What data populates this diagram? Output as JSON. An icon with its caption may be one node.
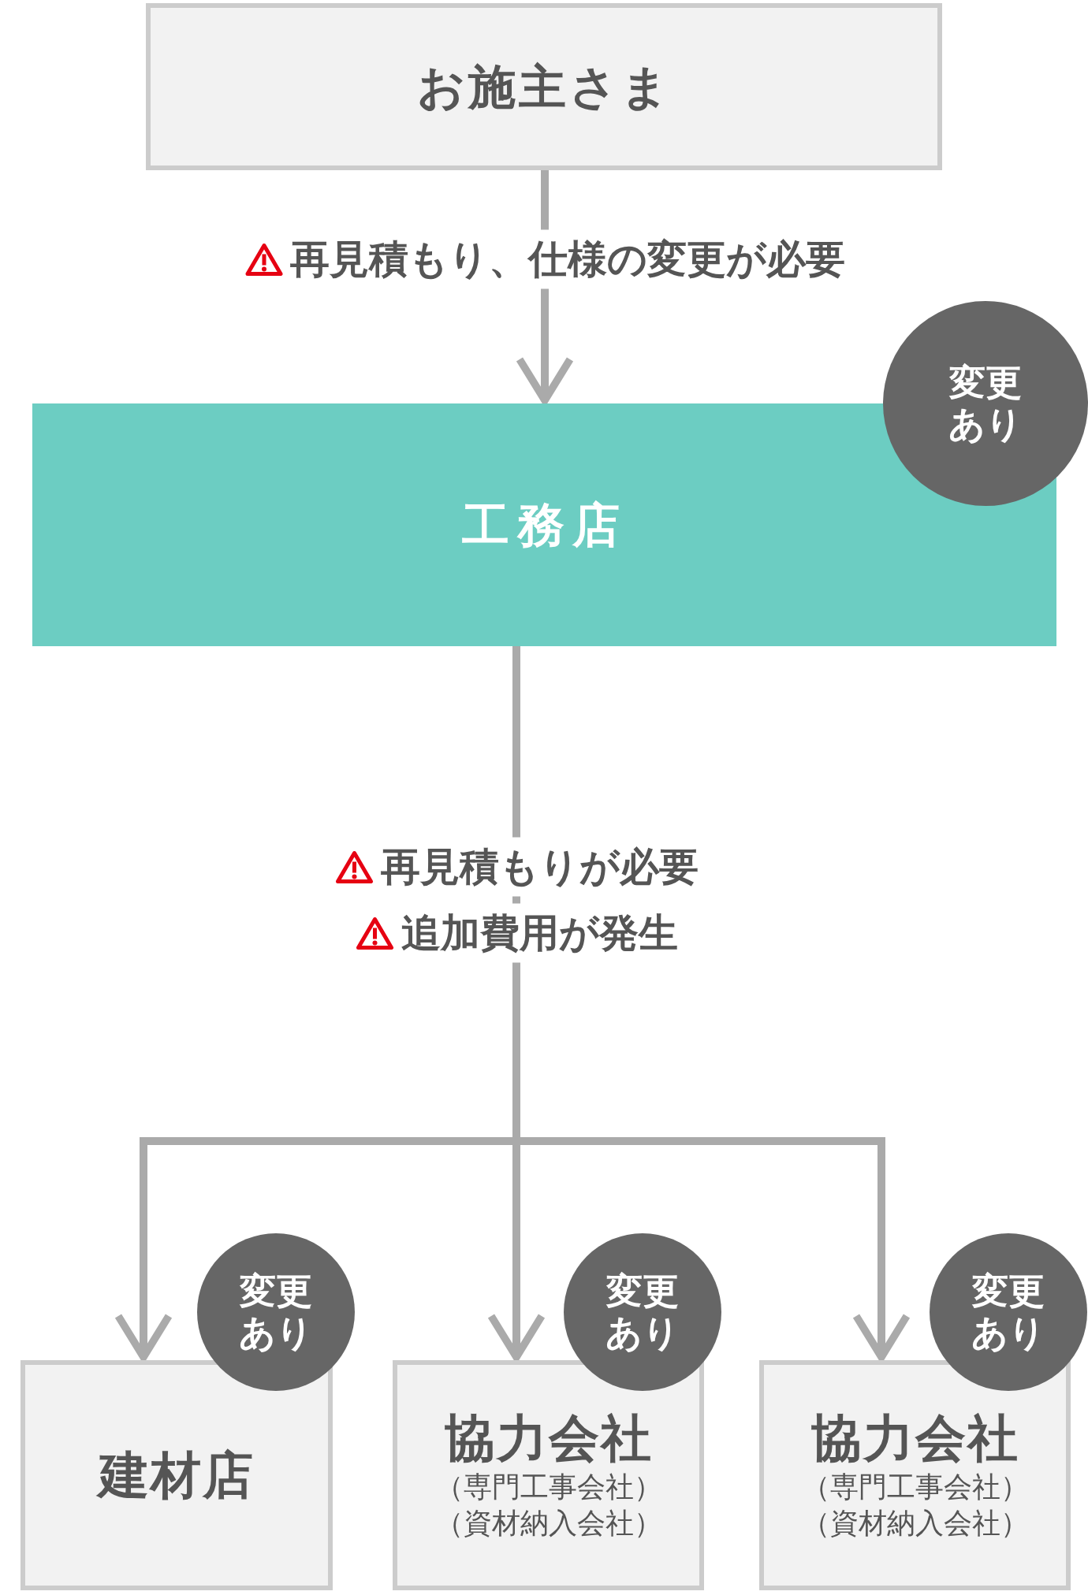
{
  "diagram": {
    "nodes": [
      {
        "text": [
          "お施主さま"
        ]
      },
      {
        "text": [
          "工務店"
        ]
      },
      {
        "text": [
          "変更あり"
        ]
      },
      {
        "text": [
          "建材店"
        ]
      },
      {
        "text": [
          "変更あり"
        ]
      },
      {
        "text": [
          "協力会社",
          "（専門工事会社）",
          "（資材納入会社）"
        ]
      },
      {
        "text": [
          "変更あり"
        ]
      },
      {
        "text": [
          "協力会社",
          "（専門工事会社）",
          "（資材納入会社）"
        ]
      },
      {
        "text": [
          "変更あり"
        ]
      }
    ],
    "edges": [
      {
        "from": 0,
        "to": 1,
        "arrow": "to",
        "label": "再見積もり、仕様の変更が必要"
      },
      {
        "from": 1,
        "to": 3,
        "arrow": "to"
      },
      {
        "from": 1,
        "to": 5,
        "arrow": "to"
      },
      {
        "from": 1,
        "to": 7,
        "arrow": "to"
      }
    ],
    "labels": [
      "再見積もりが必要",
      "追加費用が発生"
    ]
  }
}
